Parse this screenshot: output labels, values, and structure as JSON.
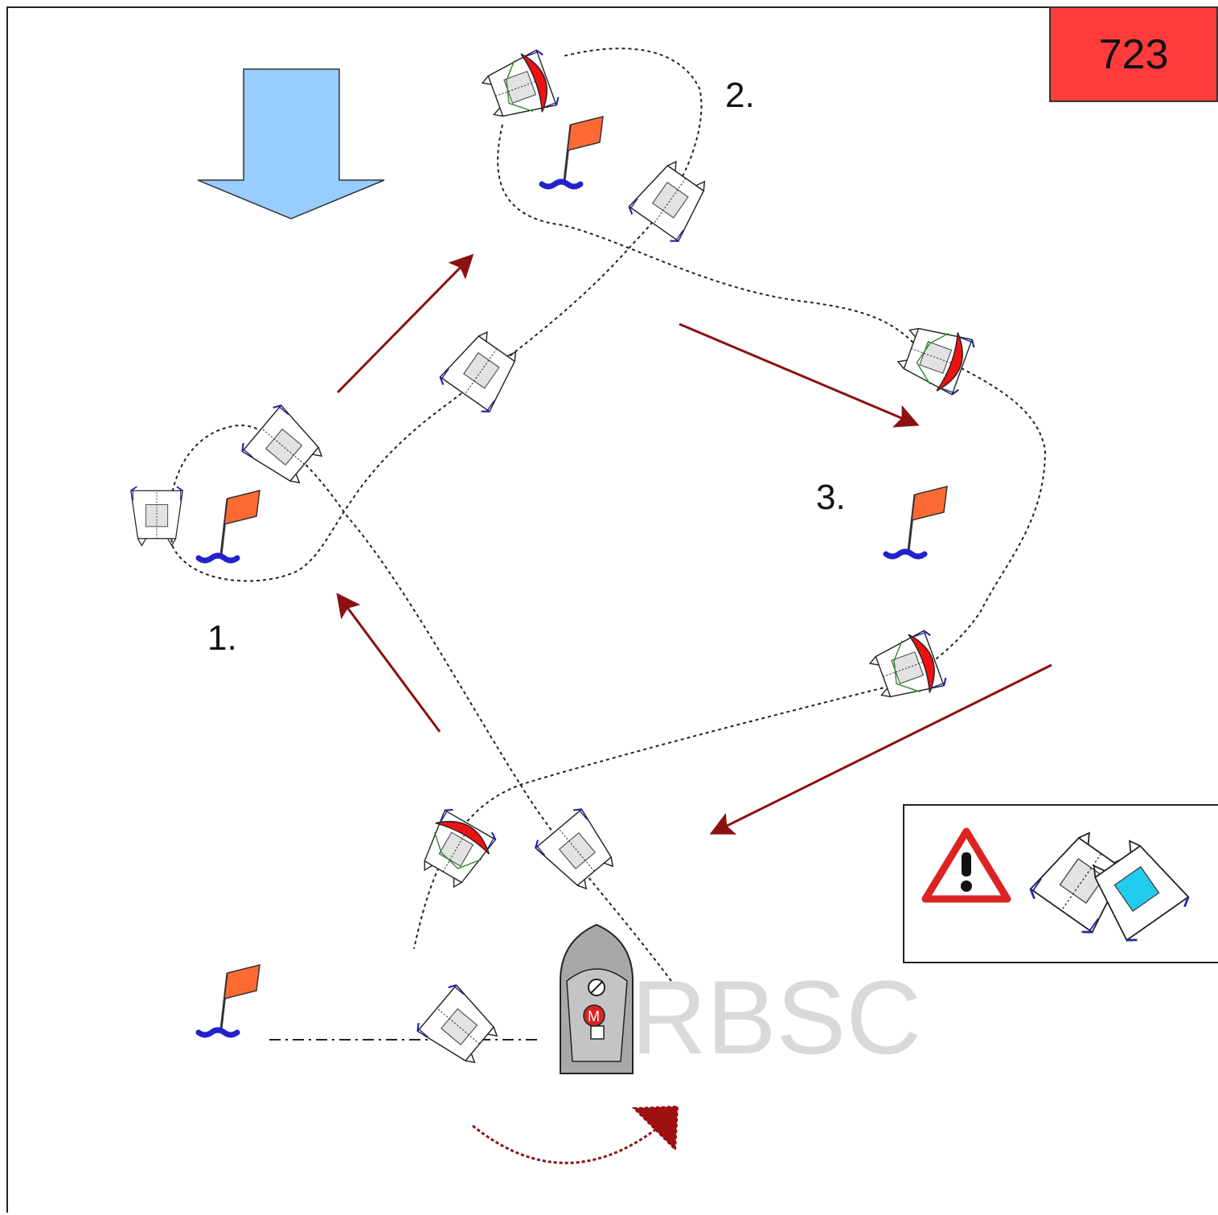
{
  "exercise_number": "723",
  "marks": [
    "1.",
    "2.",
    "3."
  ],
  "watermark": "RBSC",
  "colors": {
    "wind_arrow": "#99ccff",
    "course_arrow": "#8b1010",
    "badge": "#ff3b3b",
    "flag": "#ff6a33",
    "buoy": "#2222cc",
    "sail": "#ee1111",
    "collision_hull": "#22ccee",
    "warning": "#dd2222"
  },
  "icons": {
    "wind": "wind-direction-arrow-icon",
    "buoy": "buoy-flag-icon",
    "warning": "warning-triangle-icon",
    "collision": "boat-collision-icon",
    "rescue": "rescue-boat-icon"
  }
}
